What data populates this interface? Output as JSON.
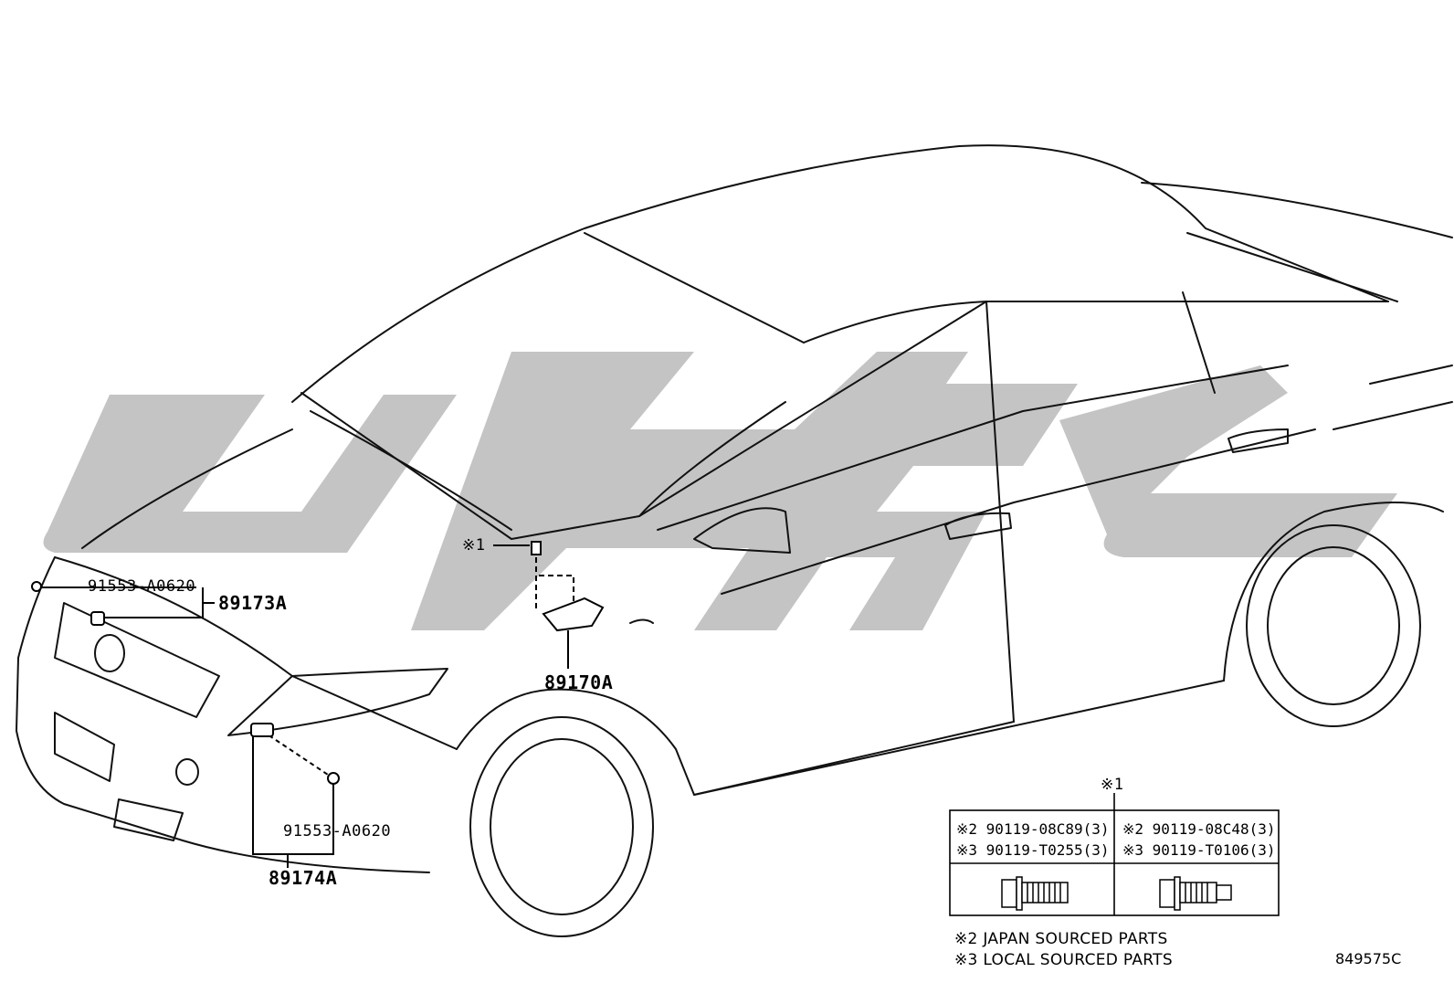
{
  "callouts": {
    "ref1_marker": "※1",
    "bolt_left": "91553-A0620",
    "bolt_lower": "91553-A0620",
    "sensor_front_right": "89173A",
    "sensor_front_left": "89174A",
    "airbag_sensor_center": "89170A"
  },
  "bolt_table": {
    "header": "※1",
    "rows": [
      {
        "left": "※2 90119-08C89(3)",
        "right": "※2 90119-08C48(3)"
      },
      {
        "left": "※3 90119-T0255(3)",
        "right": "※3 90119-T0106(3)"
      }
    ],
    "bolt_images": [
      "hex-flange-bolt-short-icon",
      "hex-flange-bolt-long-icon"
    ]
  },
  "legend": [
    "※2 JAPAN SOURCED PARTS",
    "※3 LOCAL SOURCED PARTS"
  ],
  "diagram_code": "849575C",
  "watermark": {
    "color": "#bdbdbd"
  }
}
